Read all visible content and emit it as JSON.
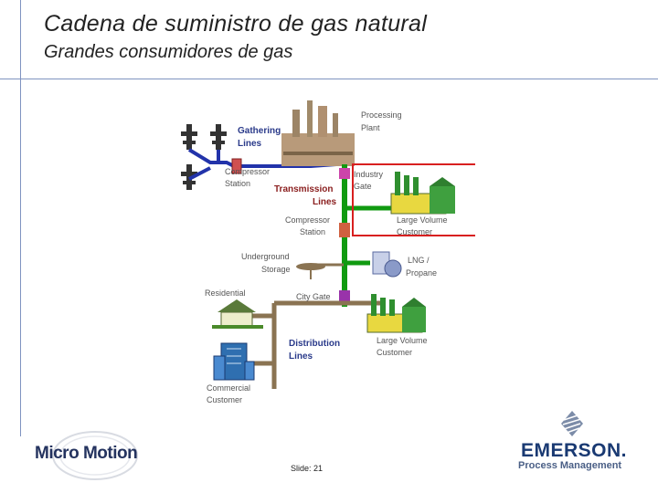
{
  "header": {
    "title": "Cadena de suministro de gas natural",
    "subtitle": "Grandes consumidores de gas"
  },
  "diagram": {
    "labels": {
      "processing_plant_1": "Processing",
      "processing_plant_2": "Plant",
      "gathering_lines_1": "Gathering",
      "gathering_lines_2": "Lines",
      "compressor_station_1": "Compressor",
      "compressor_station_2": "Station",
      "transmission_lines_1": "Transmission",
      "transmission_lines_2": "Lines",
      "industry_gate_1": "Industry",
      "industry_gate_2": "Gate",
      "compressor_station_b_1": "Compressor",
      "compressor_station_b_2": "Station",
      "large_volume_customer_a_1": "Large Volume",
      "large_volume_customer_a_2": "Customer",
      "underground_storage_1": "Underground",
      "underground_storage_2": "Storage",
      "lng_propane_1": "LNG /",
      "lng_propane_2": "Propane",
      "residential": "Residential",
      "city_gate": "City Gate",
      "large_volume_customer_b_1": "Large Volume",
      "large_volume_customer_b_2": "Customer",
      "distribution_lines_1": "Distribution",
      "distribution_lines_2": "Lines",
      "commercial_customer_1": "Commercial",
      "commercial_customer_2": "Customer"
    },
    "colors": {
      "gathering": "#2233aa",
      "transmission": "#109a10",
      "distribution": "#8a7352",
      "highlight": "#d82020",
      "label_blue": "#2a3a8a"
    }
  },
  "footer": {
    "slide": "Slide: 21",
    "left_logo": "Micro Motion",
    "right_logo_name": "EMERSON.",
    "right_logo_sub": "Process Management"
  }
}
